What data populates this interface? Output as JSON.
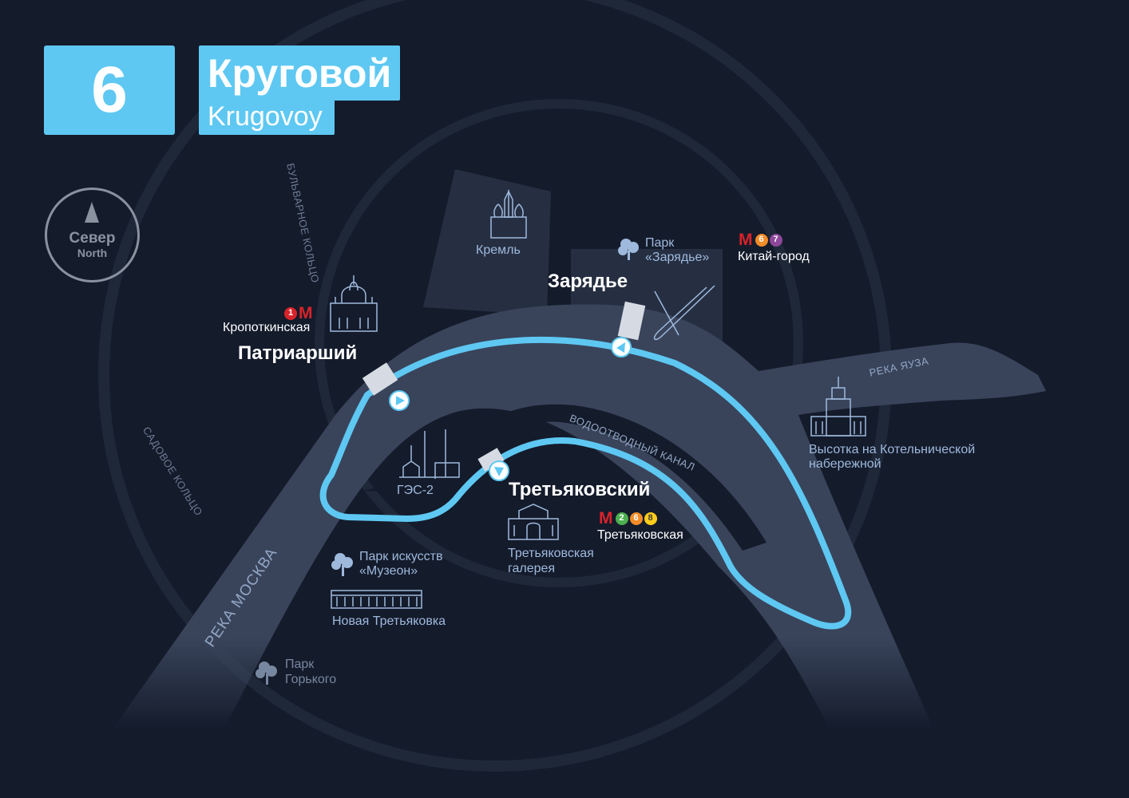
{
  "route": {
    "number": "6",
    "name_ru": "Круговой",
    "name_en": "Krugovoy"
  },
  "compass": {
    "ru": "Север",
    "en": "North"
  },
  "stops": [
    {
      "name": "Патриарший"
    },
    {
      "name": "Зарядье"
    },
    {
      "name": "Третьяковский"
    }
  ],
  "landmarks": {
    "kremlin": "Кремль",
    "zaryadye_park_1": "Парк",
    "zaryadye_park_2": "«Зарядье»",
    "ges2": "ГЭС-2",
    "tretyakov_gallery_1": "Третьяковская",
    "tretyakov_gallery_2": "галерея",
    "muzeon_1": "Парк искусств",
    "muzeon_2": "«Музеон»",
    "new_tretyakov": "Новая Третьяковка",
    "gorky_1": "Парк",
    "gorky_2": "Горького",
    "kotelnicheskaya_1": "Высотка на Котельнической",
    "kotelnicheskaya_2": "набережной"
  },
  "metro": [
    {
      "name": "Кропоткинская",
      "symbol": "M",
      "lines": [
        "1"
      ]
    },
    {
      "name": "Китай-город",
      "symbol": "M",
      "lines": [
        "6",
        "7"
      ]
    },
    {
      "name": "Третьяковская",
      "symbol": "M",
      "lines": [
        "2",
        "6",
        "8"
      ]
    }
  ],
  "streets": {
    "boulevard_ring": "БУЛЬВАРНОЕ КОЛЬЦО",
    "garden_ring": "САДОВОЕ КОЛЬЦО"
  },
  "rivers": {
    "moskva": "РЕКА МОСКВА",
    "yauza": "РЕКА ЯУЗА",
    "canal": "ВОДООТВОДНЫЙ КАНАЛ"
  },
  "colors": {
    "background": "#141b2b",
    "route": "#5ec8f2",
    "river": "#39445b",
    "land_block": "#262f42",
    "ring_road": "#1f2839",
    "text_light": "#9fb9dc",
    "metro_red": "#d8232a",
    "line_1": "#d8232a",
    "line_2": "#4cb050",
    "line_6": "#f28c28",
    "line_7": "#8e479b",
    "line_8": "#ffcd1c"
  }
}
